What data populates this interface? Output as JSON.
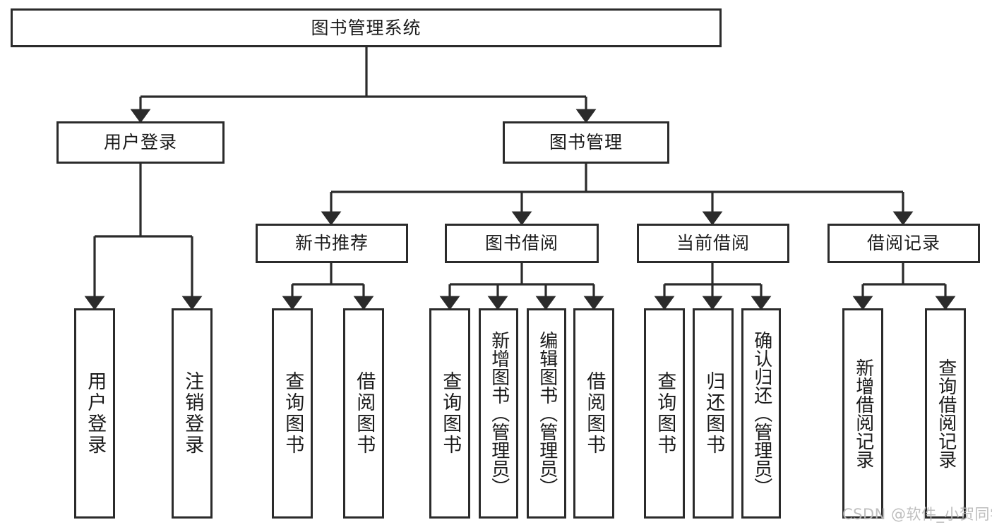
{
  "diagram": {
    "title": "图书管理系统",
    "type": "function-tree",
    "background": "#ffffff",
    "line_color": "#2b2b2b",
    "text_color": "#1a1a1a"
  },
  "root": {
    "label": "图书管理系统"
  },
  "level1": [
    {
      "label": "用户登录"
    },
    {
      "label": "图书管理"
    }
  ],
  "level2": [
    {
      "label": "新书推荐"
    },
    {
      "label": "图书借阅"
    },
    {
      "label": "当前借阅"
    },
    {
      "label": "借阅记录"
    }
  ],
  "leaves": {
    "user_login": [
      {
        "label": "用户登录"
      },
      {
        "label": "注销登录"
      }
    ],
    "new_books": [
      {
        "label": "查询图书"
      },
      {
        "label": "借阅图书"
      }
    ],
    "book_borrow": [
      {
        "label": "查询图书"
      },
      {
        "label": "新增图书（管理员）"
      },
      {
        "label": "编辑图书（管理员）"
      },
      {
        "label": "借阅图书"
      }
    ],
    "current_borrow": [
      {
        "label": "查询图书"
      },
      {
        "label": "归还图书"
      },
      {
        "label": "确认归还（管理员）"
      }
    ],
    "borrow_record": [
      {
        "label": "新增借阅记录"
      },
      {
        "label": "查询借阅记录"
      }
    ]
  },
  "watermark": {
    "text": "CSDN @软件_小贺同学"
  }
}
